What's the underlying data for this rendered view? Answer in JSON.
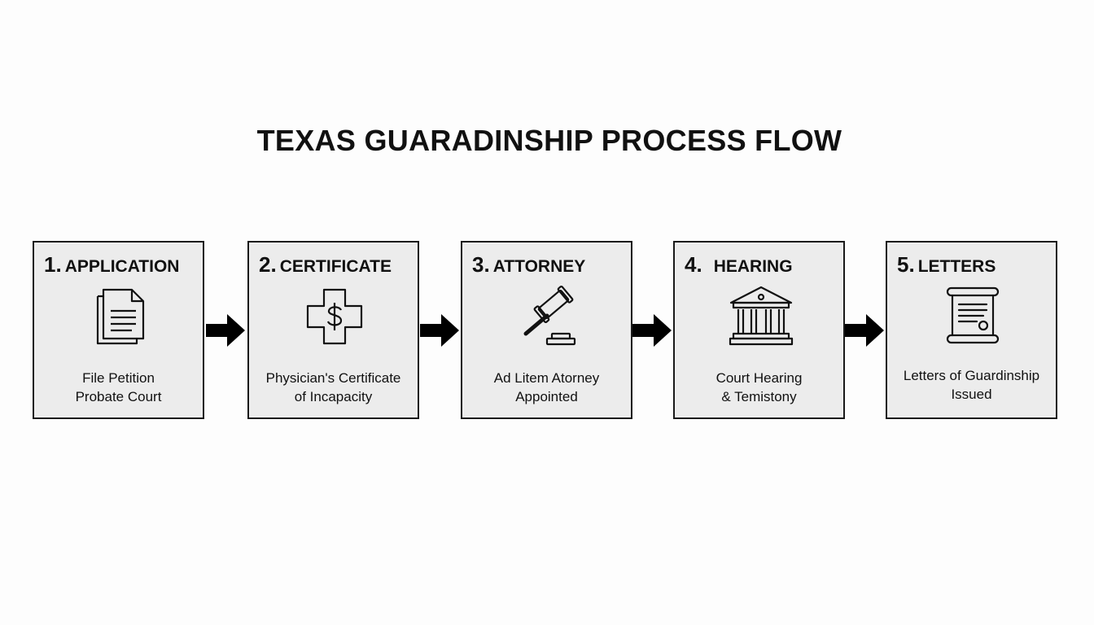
{
  "title": "TEXAS GUARADINSHIP PROCESS FLOW",
  "steps": [
    {
      "number": "1.",
      "name": "APPLICATION",
      "icon": "document-icon",
      "desc": [
        "File Petition",
        "Probate Court"
      ]
    },
    {
      "number": "2.",
      "name": "CERTIFICATE",
      "icon": "medical-cross-dollar-icon",
      "desc": [
        "Physician's Certificate",
        "of Incapacity"
      ]
    },
    {
      "number": "3.",
      "name": "ATTORNEY",
      "icon": "gavel-icon",
      "desc": [
        "Ad Litem Atorney",
        "Appointed"
      ]
    },
    {
      "number": "4.",
      "name": "HEARING",
      "icon": "courthouse-icon",
      "desc": [
        "Court Hearing",
        "& Temistony"
      ]
    },
    {
      "number": "5.",
      "name": "LETTERS",
      "icon": "scroll-icon",
      "desc": [
        "Letters of Guardinship",
        "Issued"
      ]
    }
  ],
  "colors": {
    "box_fill": "#ececec",
    "box_border": "#1a1a1a",
    "arrow": "#000000",
    "background": "#fdfdfd"
  }
}
